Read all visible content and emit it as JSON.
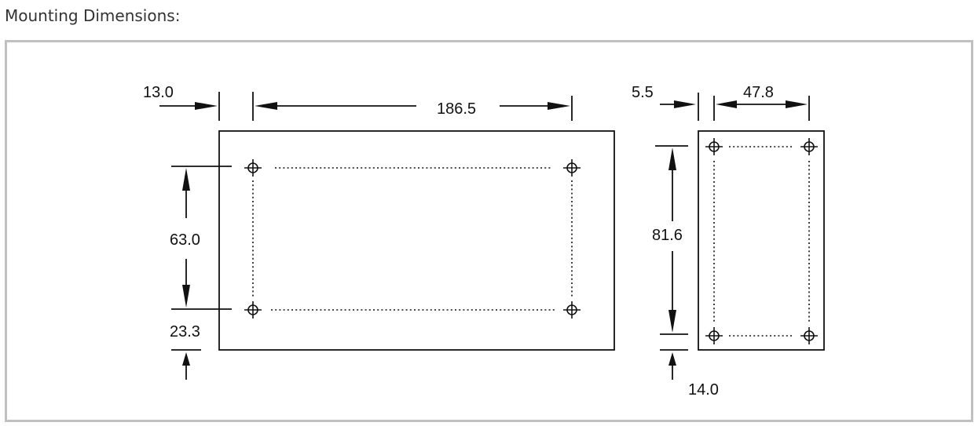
{
  "header": {
    "title": "Mounting Dimensions:"
  },
  "diagram": {
    "dimensions": {
      "left_offset": "13.0",
      "hole_spacing_width": "186.5",
      "hole_spacing_height": "63.0",
      "bottom_offset_front": "23.3",
      "side_offset": "5.5",
      "side_hole_spacing": "47.8",
      "side_height_spacing": "81.6",
      "bottom_offset_side": "14.0"
    }
  }
}
